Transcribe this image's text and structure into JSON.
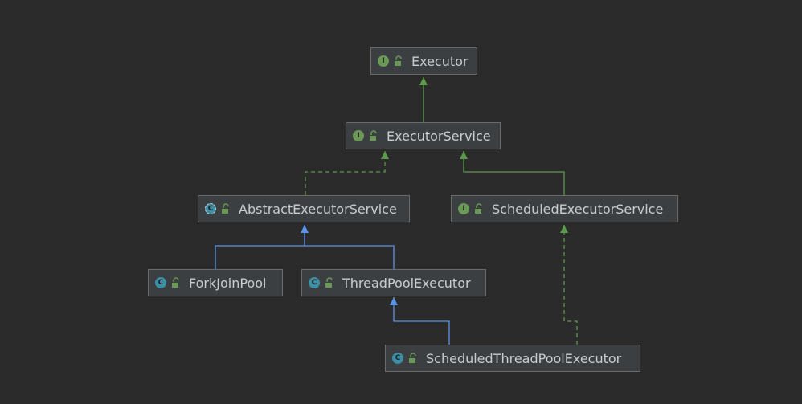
{
  "colors": {
    "background": "#2b2b2b",
    "node_fill": "#3c3f41",
    "node_border": "#6b6b6b",
    "text": "#c9cdd1",
    "interface_badge": "#6a9955",
    "class_badge": "#3d8fa6",
    "implements_edge": "#5b9a4a",
    "extends_edge": "#5894e8"
  },
  "nodes": {
    "executor": {
      "label": "Executor",
      "kind": "interface",
      "badge": "I"
    },
    "executor_service": {
      "label": "ExecutorService",
      "kind": "interface",
      "badge": "I"
    },
    "abstract_executor_service": {
      "label": "AbstractExecutorService",
      "kind": "abstract-class",
      "badge": "C"
    },
    "scheduled_executor_service": {
      "label": "ScheduledExecutorService",
      "kind": "interface",
      "badge": "I"
    },
    "fork_join_pool": {
      "label": "ForkJoinPool",
      "kind": "class",
      "badge": "C"
    },
    "thread_pool_executor": {
      "label": "ThreadPoolExecutor",
      "kind": "class",
      "badge": "C"
    },
    "scheduled_thread_pool_executor": {
      "label": "ScheduledThreadPoolExecutor",
      "kind": "class",
      "badge": "C"
    }
  },
  "edges": [
    {
      "from": "executor_service",
      "to": "executor",
      "type": "extends-interface"
    },
    {
      "from": "abstract_executor_service",
      "to": "executor_service",
      "type": "implements"
    },
    {
      "from": "scheduled_executor_service",
      "to": "executor_service",
      "type": "extends-interface"
    },
    {
      "from": "fork_join_pool",
      "to": "abstract_executor_service",
      "type": "extends"
    },
    {
      "from": "thread_pool_executor",
      "to": "abstract_executor_service",
      "type": "extends"
    },
    {
      "from": "scheduled_thread_pool_executor",
      "to": "thread_pool_executor",
      "type": "extends"
    },
    {
      "from": "scheduled_thread_pool_executor",
      "to": "scheduled_executor_service",
      "type": "implements"
    }
  ]
}
